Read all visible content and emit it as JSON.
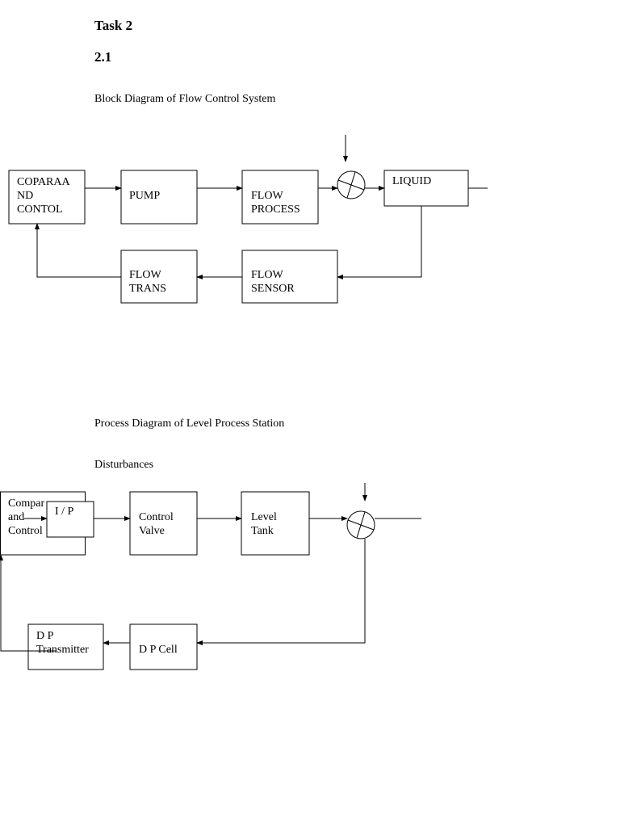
{
  "heading": "Task 2",
  "subheading": "2.1",
  "diagram1": {
    "caption": "Block Diagram of Flow Control System",
    "compare_control": [
      "COPARAA",
      "ND",
      "CONTOL"
    ],
    "pump": "PUMP",
    "flow_process": [
      "FLOW",
      "PROCESS"
    ],
    "liquid": "LIQUID",
    "flow_sensor": [
      "FLOW",
      "SENSOR"
    ],
    "flow_trans": [
      "FLOW",
      "TRANS"
    ]
  },
  "diagram2": {
    "caption": "Process Diagram of Level Process Station",
    "disturbances": "Disturbances",
    "compare_control": [
      "Compar",
      "and",
      "Control"
    ],
    "ip": "I / P",
    "control_valve": [
      "Control",
      "Valve"
    ],
    "level_tank": [
      "Level",
      "Tank"
    ],
    "dp_cell": "D P Cell",
    "dp_transmitter": [
      "D P",
      "Transmitter"
    ]
  }
}
